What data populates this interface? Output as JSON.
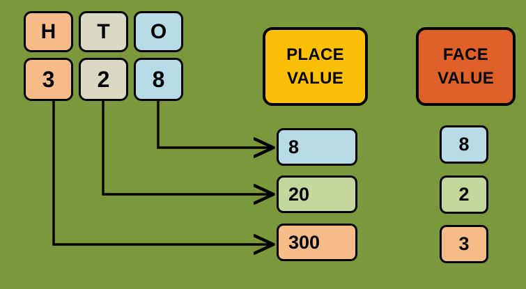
{
  "diagram": {
    "title_hidden": "",
    "background_color": "#7b983c",
    "place_names": [
      {
        "label": "H",
        "fill": "#f5bc8a"
      },
      {
        "label": "T",
        "fill": "#dad8c2"
      },
      {
        "label": "O",
        "fill": "#b7dce8"
      }
    ],
    "digits": [
      {
        "value": "3",
        "fill": "#f5bc8a"
      },
      {
        "value": "2",
        "fill": "#dad8c2"
      },
      {
        "value": "8",
        "fill": "#b7dce8"
      }
    ],
    "place_value_column": {
      "title_line1": "PLACE",
      "title_line2": "VALUE",
      "header_color": "#fbbf08",
      "entries": [
        {
          "value": "8",
          "fill": "#b7dce8"
        },
        {
          "value": "20",
          "fill": "#c3d69b"
        },
        {
          "value": "300",
          "fill": "#f5bc8a"
        }
      ]
    },
    "face_value_column": {
      "title_line1": "FACE",
      "title_line2": "VALUE",
      "header_color": "#e0602a",
      "entries": [
        {
          "value": "8",
          "fill": "#b7dce8"
        },
        {
          "value": "2",
          "fill": "#c3d69b"
        },
        {
          "value": "3",
          "fill": "#f5bc8a"
        }
      ]
    },
    "connectors": [
      {
        "from": "digit-ones-8",
        "to": "place-value-8"
      },
      {
        "from": "digit-tens-2",
        "to": "place-value-20"
      },
      {
        "from": "digit-hundreds-3",
        "to": "place-value-300"
      }
    ]
  }
}
